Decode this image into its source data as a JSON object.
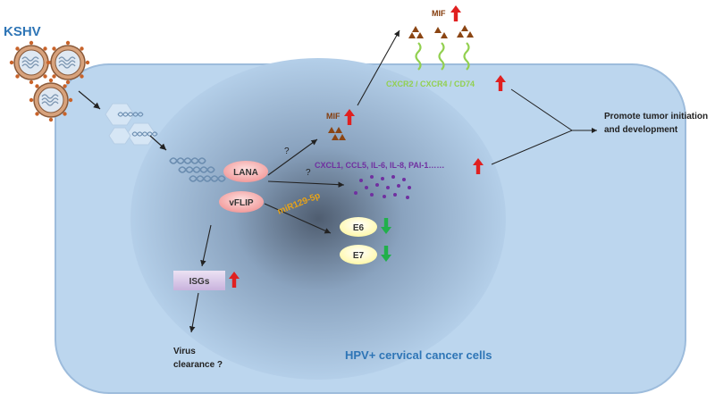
{
  "labels": {
    "virus": "KSHV",
    "cell": "HPV+ cervical cancer cells",
    "lana": "LANA",
    "vflip": "vFLIP",
    "mif_inner": "MIF",
    "mif_outer": "MIF",
    "receptors": "CXCR2 / CXCR4 / CD74",
    "cytokines": "CXCL1, CCL5, IL-6, IL-8, PAI-1……",
    "mirna": "miR129-5p",
    "e6": "E6",
    "e7": "E7",
    "isgs": "ISGs",
    "virus_clearance_line1": "Virus",
    "virus_clearance_line2": "clearance ?",
    "outcome_line1": "Promote tumor initiation",
    "outcome_line2": "and development",
    "question_mif": "?",
    "question_cytokines": "?"
  },
  "colors": {
    "cell_fill": "#bcd6ee",
    "cell_stroke": "#8fb3d6",
    "nucleus_center": "#4a5a70",
    "nucleus_edge": "#aac7e5",
    "virus_label": "#2e75b6",
    "cell_label": "#2e75b6",
    "receptor": "#92d050",
    "cytokine_dots": "#7030a0",
    "mif_triangles": "#8b4513",
    "mif_text": "#843c0c",
    "mirna_text": "#e8a317",
    "up_arrow": "#e02020",
    "down_arrow": "#21b04b",
    "lana_fill": "#f4a6a6",
    "eprot_fill": "#ffffc0",
    "isgs_fill": "#d8c8e6"
  },
  "icons": [
    "virion-icon",
    "dna-helix-icon",
    "up-arrow-icon",
    "down-arrow-icon",
    "triangle-mif-icon",
    "receptor-icon"
  ]
}
